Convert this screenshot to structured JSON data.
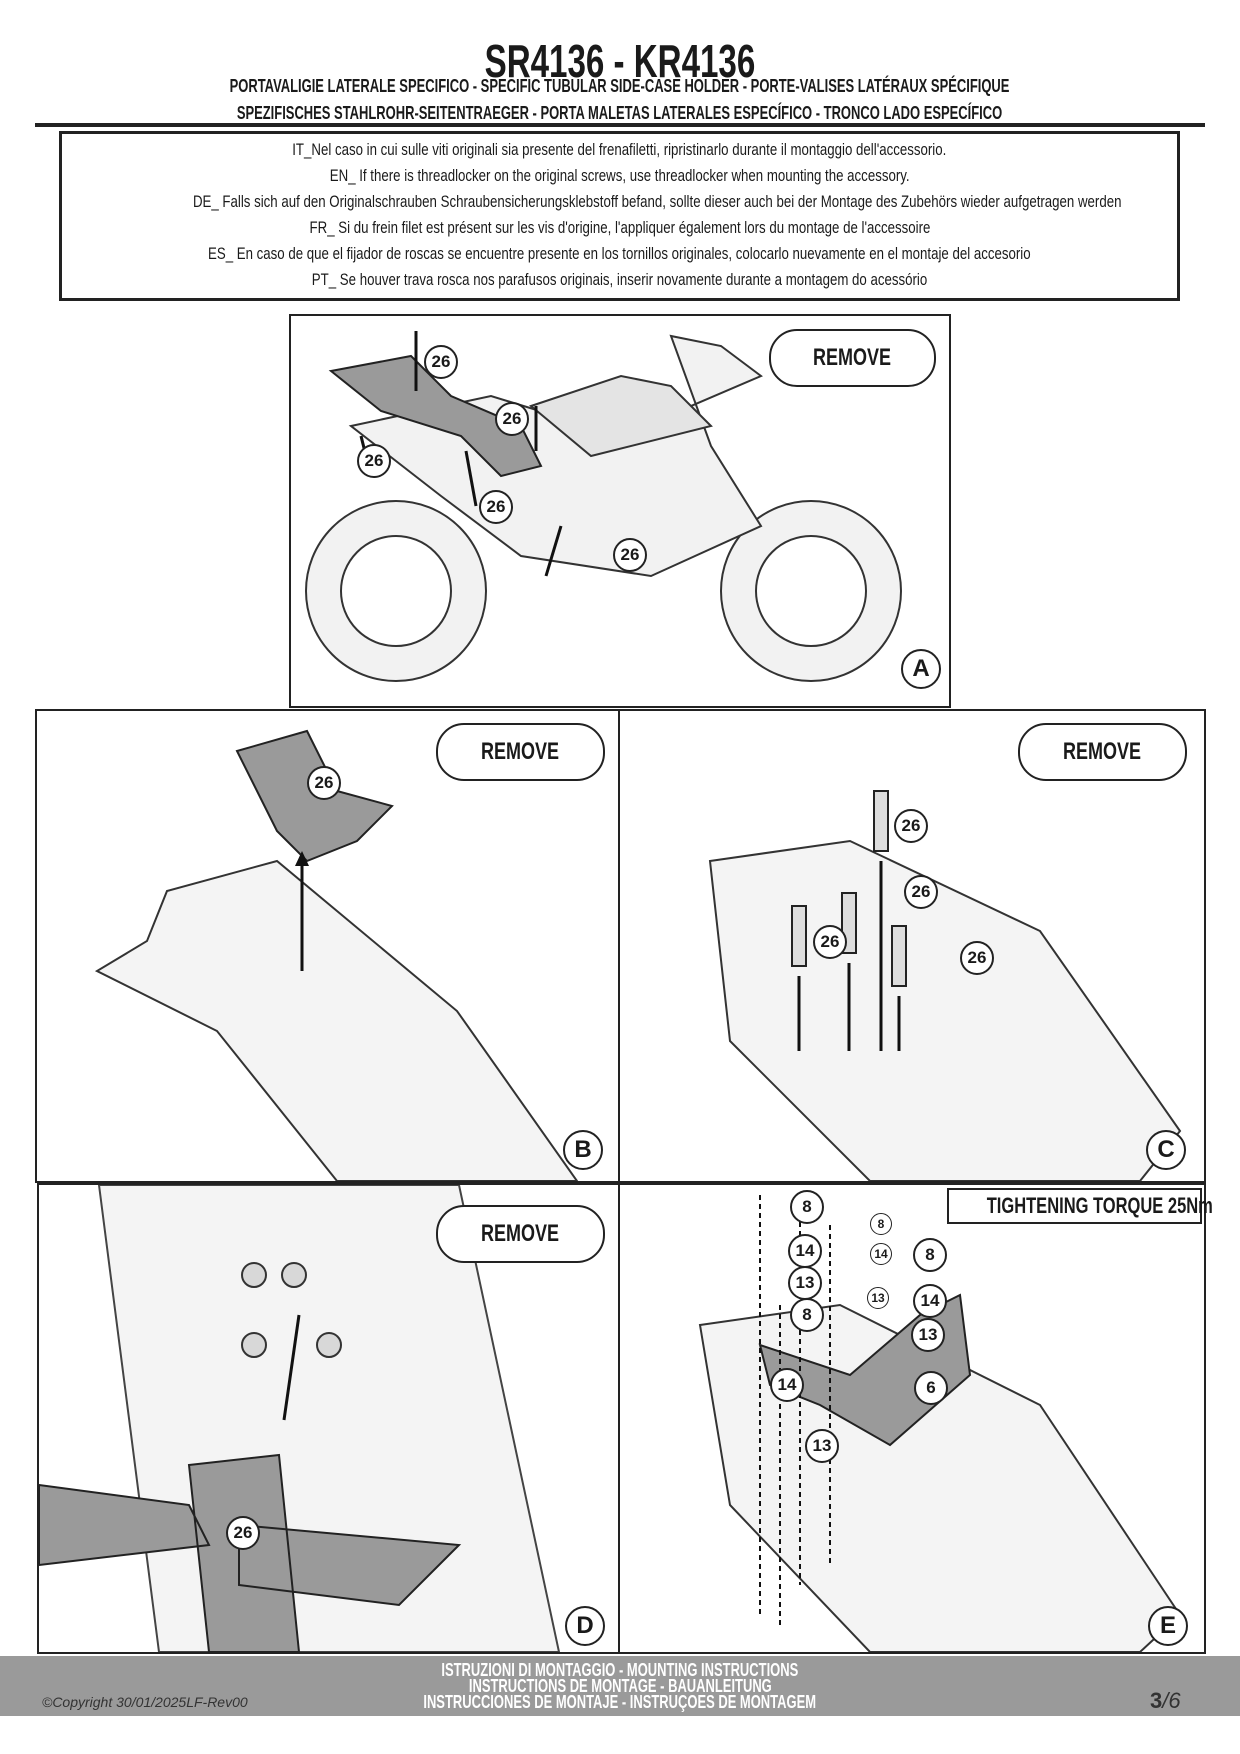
{
  "header": {
    "title": "SR4136 - KR4136",
    "subtitle_line1": "PORTAVALIGIE LATERALE SPECIFICO  -  SPECIFIC TUBULAR SIDE-CASE HOLDER  - PORTE-VALISES LATÉRAUX SPÉCIFIQUE",
    "subtitle_line2": "SPEZIFISCHES STAHLROHR-SEITENTRAEGER - PORTA MALETAS LATERALES ESPECÍFICO - TRONCO LADO ESPECÍFICO"
  },
  "notes": [
    "IT_Nel caso in cui sulle viti originali sia presente del frenafiletti, ripristinarlo durante il montaggio dell'accessorio.",
    "EN_ If there is threadlocker on the original screws, use threadlocker when mounting the accessory.",
    "DE_ Falls sich auf den Originalschrauben Schraubensicherungsklebstoff befand, sollte dieser auch bei der Montage des Zubehörs wieder aufgetragen werden",
    "FR_ Si du frein filet est présent sur les vis d'origine, l'appliquer également lors du montage de l'accessoire",
    "ES_ En caso de que el fijador de roscas se encuentre presente en los tornillos originales, colocarlo nuevamente en el montaje del accesorio",
    "PT_ Se houver trava rosca nos parafusos originais, inserir novamente durante a montagem do acessório"
  ],
  "panels": {
    "A": {
      "letter": "A",
      "action": "REMOVE",
      "callouts": [
        "26",
        "26",
        "26",
        "26",
        "26"
      ]
    },
    "B": {
      "letter": "B",
      "action": "REMOVE",
      "callouts": [
        "26"
      ]
    },
    "C": {
      "letter": "C",
      "action": "REMOVE",
      "callouts": [
        "26",
        "26",
        "26",
        "26"
      ]
    },
    "D": {
      "letter": "D",
      "action": "REMOVE",
      "callouts": [
        "26"
      ]
    },
    "E": {
      "letter": "E",
      "torque": "TIGHTENING TORQUE 25Nm",
      "callouts": [
        "8",
        "8",
        "14",
        "14",
        "8",
        "13",
        "13",
        "14",
        "8",
        "13",
        "14",
        "6",
        "13"
      ]
    }
  },
  "footer": {
    "line1": "ISTRUZIONI DI MONTAGGIO  -  MOUNTING INSTRUCTIONS",
    "line2": "INSTRUCTIONS DE MONTAGE - BAUANLEITUNG",
    "line3": "INSTRUCCIONES DE MONTAJE - INSTRUÇOES DE MONTAGEM",
    "copyright": "©Copyright 30/01/2025LF-Rev00",
    "page": "3",
    "page_total": "/6"
  },
  "colors": {
    "ink": "#1a1a1a",
    "part_gray": "#9a9a9a",
    "footer_bar": "#9a9a9a"
  }
}
